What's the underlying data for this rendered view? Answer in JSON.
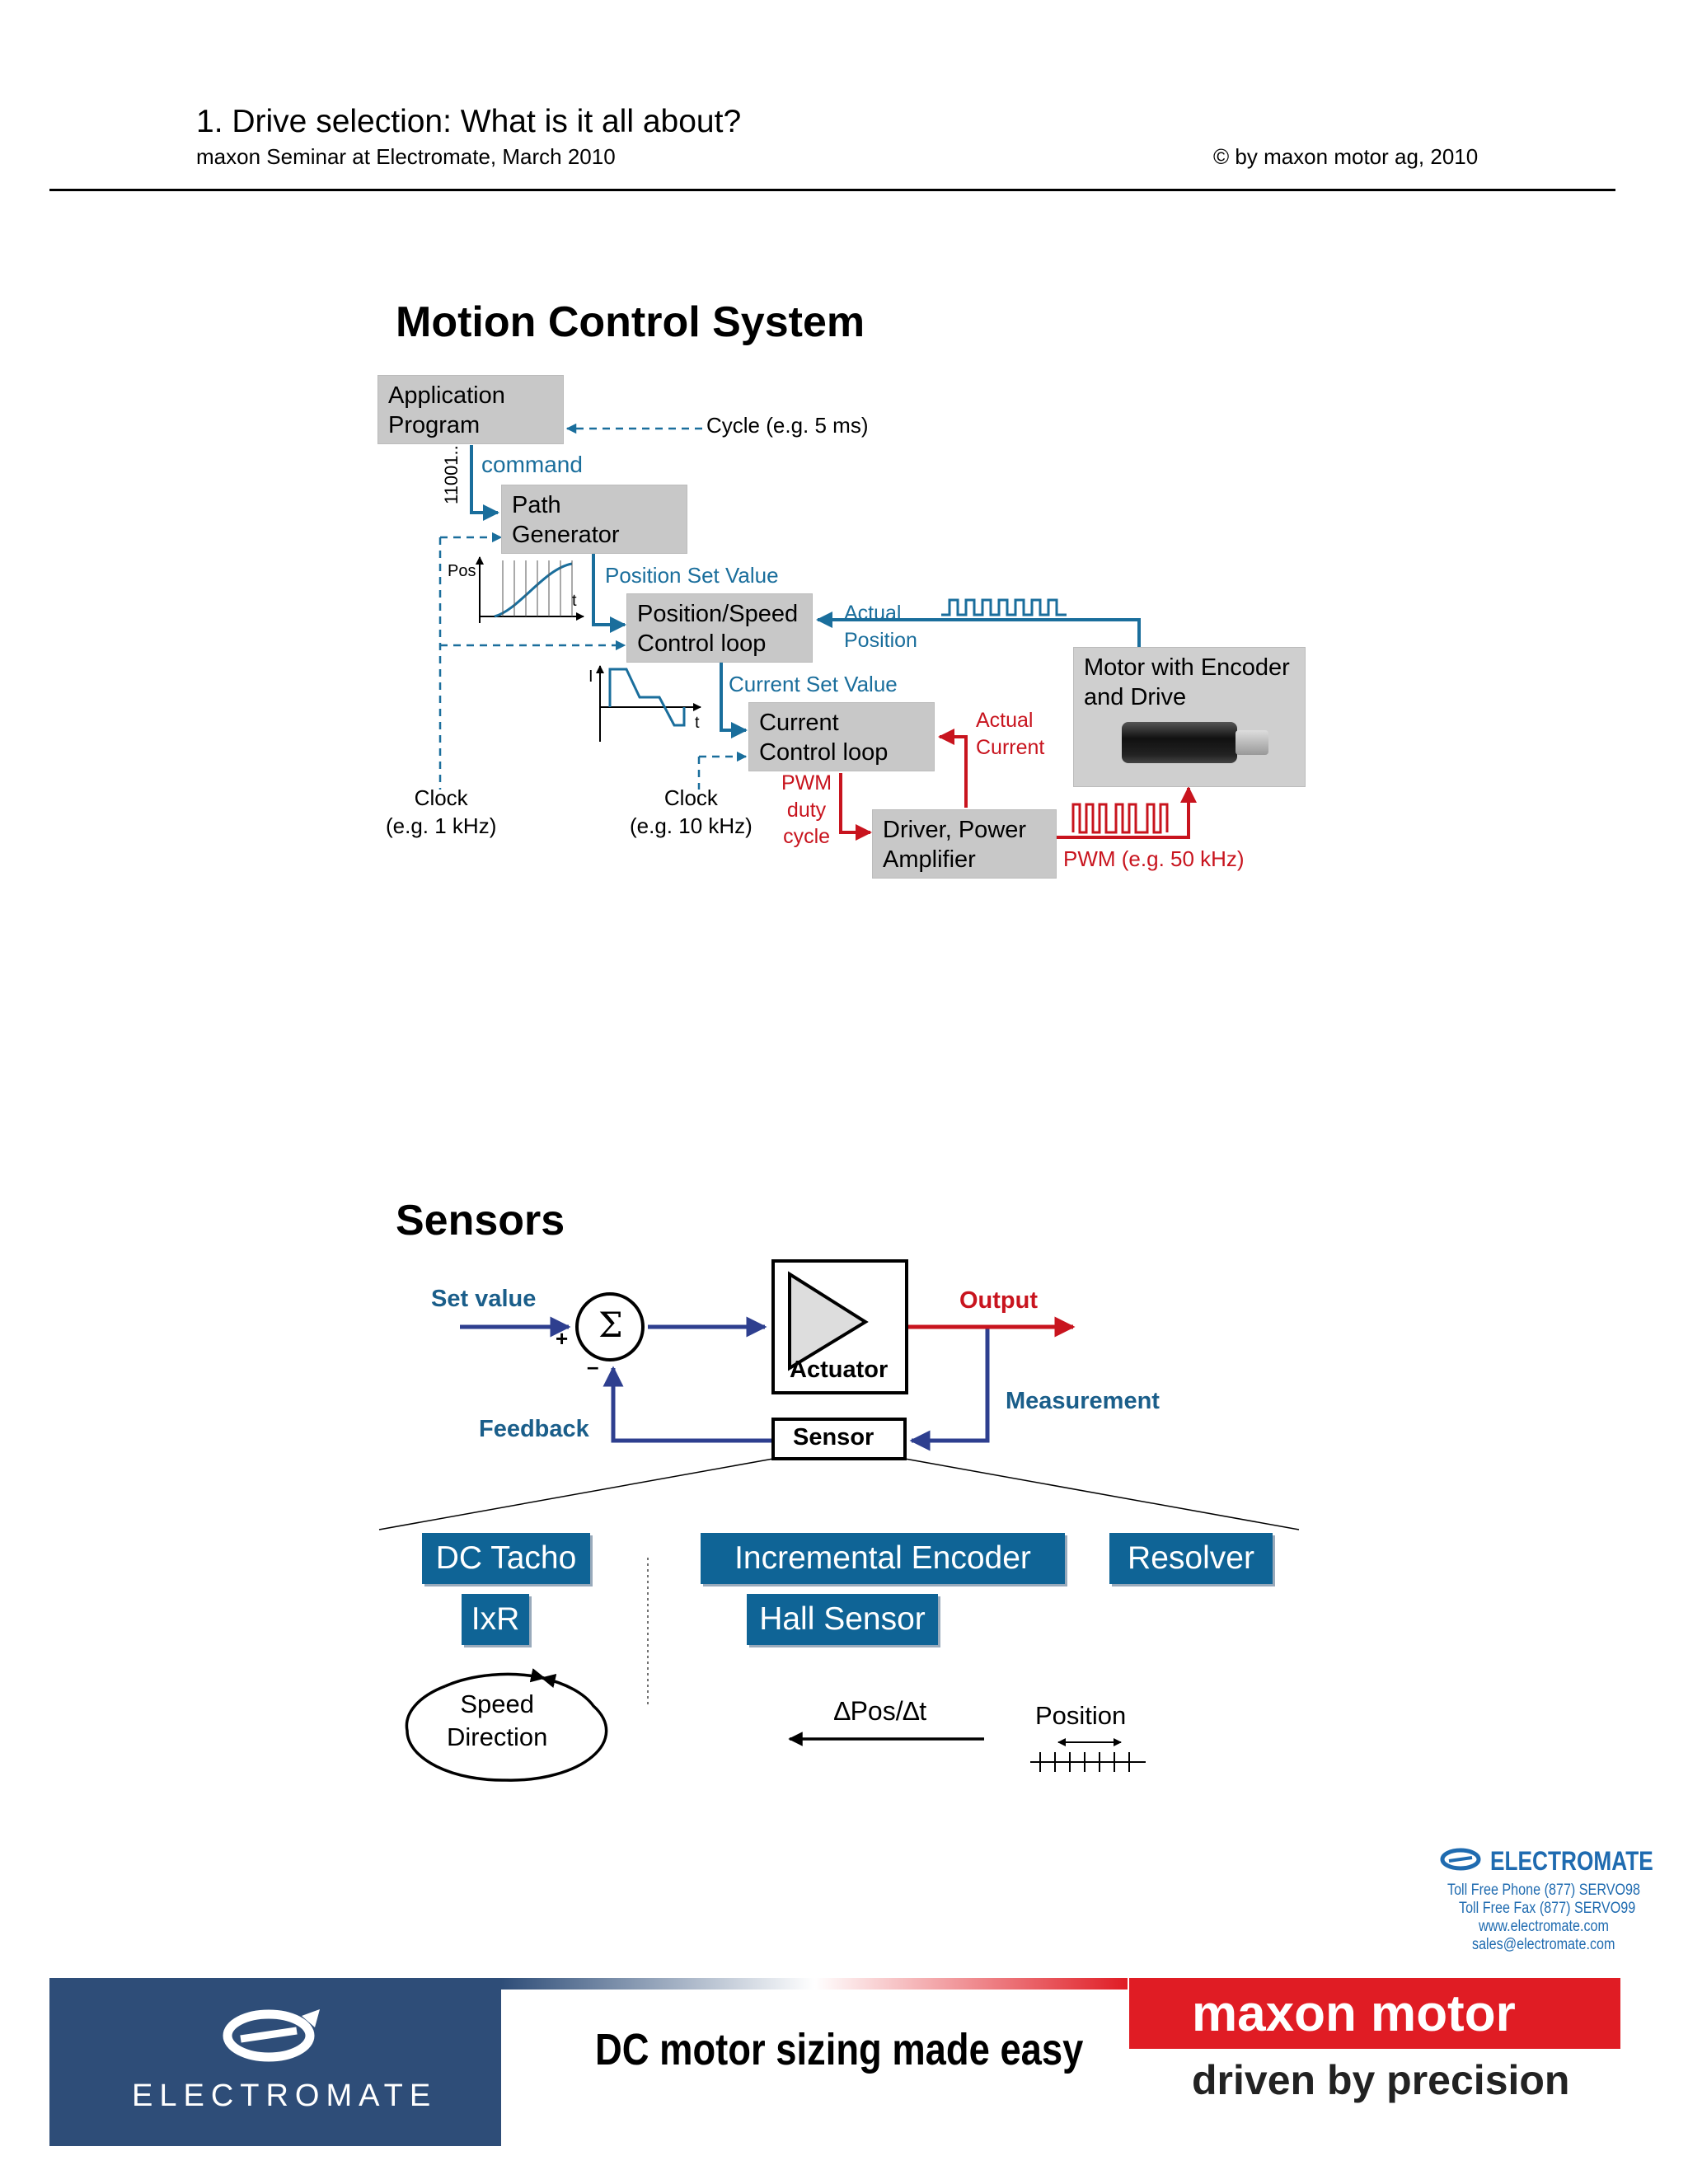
{
  "header": {
    "title": "1. Drive selection: What is it all about?",
    "subtitle": "maxon Seminar at Electromate, March 2010",
    "copyright": "© by maxon motor ag, 2010"
  },
  "motion": {
    "heading": "Motion Control System",
    "app_program": "Application\nProgram",
    "cycle": "Cycle (e.g. 5 ms)",
    "bits": "11001..",
    "command": "command",
    "path_generator": "Path\nGenerator",
    "pos_axis": "Pos",
    "t_axis": "t",
    "position_set_value": "Position Set Value",
    "pos_speed_loop": "Position/Speed\nControl loop",
    "actual_position": "Actual\nPosition",
    "motor_box": "Motor with Encoder\nand Drive",
    "i_axis": "I",
    "t_axis2": "t",
    "current_set_value": "Current Set Value",
    "current_loop": "Current\nControl loop",
    "actual_current": "Actual\nCurrent",
    "clock1": "Clock\n(e.g. 1 kHz)",
    "clock2": "Clock\n(e.g. 10 kHz)",
    "pwm_duty": "PWM\nduty\ncycle",
    "driver": "Driver, Power\nAmplifier",
    "pwm_freq": "PWM (e.g. 50 kHz)"
  },
  "sensors": {
    "heading": "Sensors",
    "set_value": "Set value",
    "plus": "+",
    "minus": "–",
    "sigma": "Σ",
    "actuator": "Actuator",
    "output": "Output",
    "measurement": "Measurement",
    "feedback": "Feedback",
    "sensor": "Sensor",
    "dc_tacho": "DC Tacho",
    "ixr": "IxR",
    "incremental_encoder": "Incremental Encoder",
    "hall_sensor": "Hall Sensor",
    "resolver": "Resolver",
    "speed_direction": "Speed\nDirection",
    "dpos_dt": "∆Pos/∆t",
    "position": "Position"
  },
  "contact": {
    "brand": "ELECTROMATE",
    "phone": "Toll Free Phone  (877) SERVO98",
    "fax": "Toll Free Fax  (877) SERVO99",
    "web": "www.electromate.com",
    "email": "sales@electromate.com"
  },
  "footer": {
    "left_brand": "ELECTROMATE",
    "center": "DC motor sizing made easy",
    "right_brand": "maxon motor",
    "right_tagline": "driven by precision"
  },
  "colors": {
    "blue": "#1a6e9c",
    "red": "#c8141e",
    "navy": "#2e3f8f",
    "button": "#0f6496"
  }
}
